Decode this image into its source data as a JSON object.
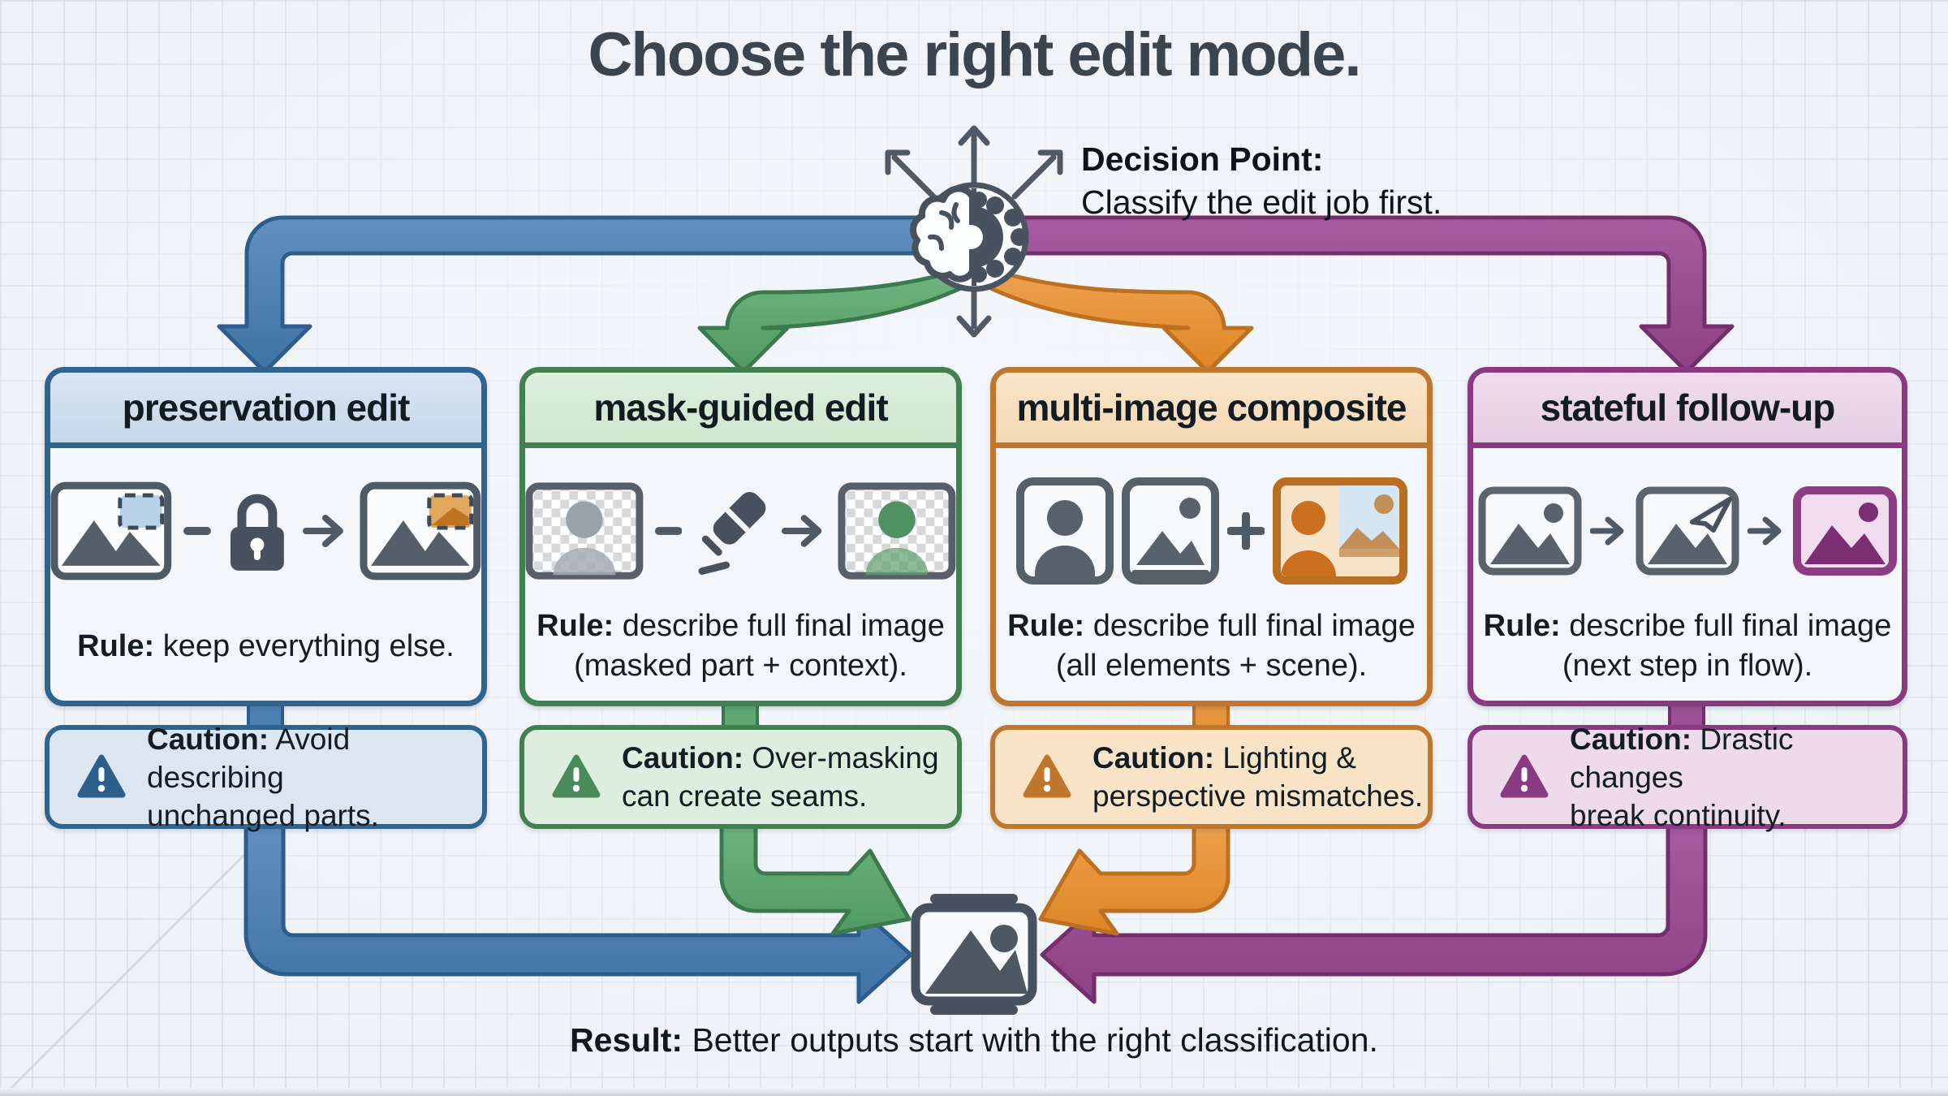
{
  "title": "Choose the right edit mode.",
  "decision": {
    "icon": "brain-gear-icon",
    "label_bold": "Decision Point:",
    "label_text": "Classify the edit job first."
  },
  "result": {
    "icon": "result-image-icon",
    "label_bold": "Result:",
    "label_text": "Better outputs start with the right classification."
  },
  "colors": {
    "background": "#eef1f6",
    "title_text": "#3a454f",
    "icon_slate": "#47525e",
    "blue": {
      "arrow": "#4d80b3",
      "arrow_edge": "#2c5d8c",
      "border": "#2f6390",
      "header_bg": "#cfdeee",
      "caution_bg": "#dce6f1"
    },
    "green": {
      "arrow": "#5fa873",
      "arrow_edge": "#3c7a4e",
      "border": "#43804f",
      "header_bg": "#d6ead6",
      "caution_bg": "#ddeede"
    },
    "orange": {
      "arrow": "#e8943c",
      "arrow_edge": "#bc7020",
      "border": "#bf7730",
      "header_bg": "#f7dfc0",
      "caution_bg": "#f9e4c8"
    },
    "purple": {
      "arrow": "#9c5095",
      "arrow_edge": "#732e6c",
      "border": "#8a3a81",
      "header_bg": "#ead4e7",
      "caution_bg": "#eddbeb"
    }
  },
  "branches": [
    {
      "name": "preservation edit",
      "color_key": "blue",
      "icons": [
        "image-with-locked-region-icon",
        "minus-icon",
        "lock-icon",
        "arrow-right-icon",
        "image-with-edited-region-icon"
      ],
      "rule_bold": "Rule:",
      "rule_line1": "keep everything else.",
      "rule_line2": "",
      "caution_bold": "Caution:",
      "caution_line1": "Avoid describing",
      "caution_line2": "unchanged parts."
    },
    {
      "name": "mask-guided edit",
      "color_key": "green",
      "icons": [
        "masked-person-image-icon",
        "minus-icon",
        "eraser-icon",
        "arrow-right-icon",
        "masked-person-filled-image-icon"
      ],
      "rule_bold": "Rule:",
      "rule_line1": "describe full final image",
      "rule_line2": "(masked part + context).",
      "caution_bold": "Caution:",
      "caution_line1": "Over-masking",
      "caution_line2": "can create seams."
    },
    {
      "name": "multi-image composite",
      "color_key": "orange",
      "icons": [
        "person-image-icon",
        "landscape-image-icon",
        "plus-icon",
        "composite-image-icon"
      ],
      "rule_bold": "Rule:",
      "rule_line1": "describe full final image",
      "rule_line2": "(all elements + scene).",
      "caution_bold": "Caution:",
      "caution_line1": "Lighting &",
      "caution_line2": "perspective mismatches."
    },
    {
      "name": "stateful follow-up",
      "color_key": "purple",
      "icons": [
        "landscape-image-icon",
        "arrow-right-icon",
        "landscape-image-cursor-icon",
        "arrow-right-icon",
        "landscape-image-result-icon"
      ],
      "rule_bold": "Rule:",
      "rule_line1": "describe full final image",
      "rule_line2": "(next step in flow).",
      "caution_bold": "Caution:",
      "caution_line1": "Drastic changes",
      "caution_line2": "break continuity."
    }
  ]
}
